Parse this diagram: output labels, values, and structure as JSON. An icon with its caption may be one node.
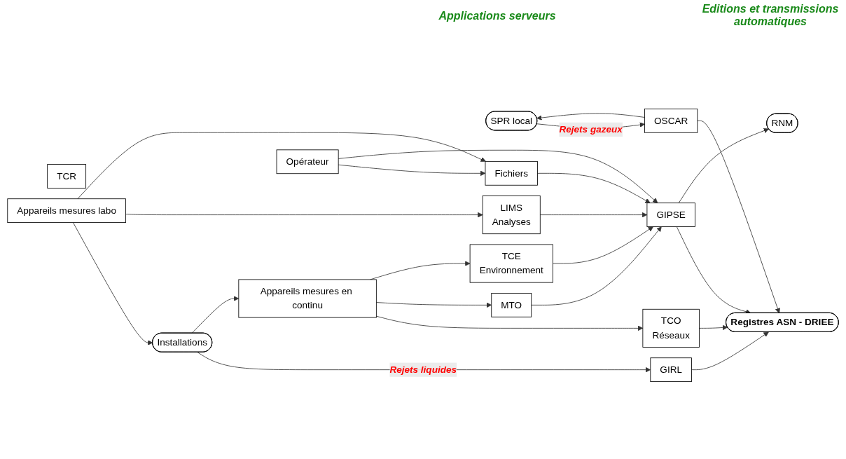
{
  "diagram": {
    "nodes": [
      {
        "text": [
          "SPR local"
        ]
      },
      {
        "text": [
          "TCR"
        ]
      },
      {
        "text": [
          "Installations"
        ]
      },
      {
        "text": [
          "OSCAR"
        ]
      },
      {
        "text": [
          "GIRL"
        ]
      },
      {
        "text": [
          "TCO",
          "Réseaux"
        ]
      },
      {
        "text": [
          "Appareils mesures en continu"
        ]
      },
      {
        "text": [
          "MTO"
        ]
      },
      {
        "text": [
          "TCE",
          "Environnement"
        ]
      },
      {
        "text": [
          "Appareils mesures labo"
        ]
      },
      {
        "text": [
          "LIMS",
          "Analyses"
        ]
      },
      {
        "text": [
          "Fichiers"
        ]
      },
      {
        "text": [
          "GIPSE"
        ]
      },
      {
        "text": [
          "Registres ASN - DRIEE"
        ]
      },
      {
        "text": [
          "RNM"
        ]
      },
      {
        "text": [
          "Opérateur"
        ]
      }
    ],
    "edges": [
      {
        "from": 3,
        "to": 0,
        "arrow": "to"
      },
      {
        "from": 0,
        "to": 3,
        "label": "Rejets gazeux",
        "arrow": "to"
      },
      {
        "from": 2,
        "to": 4,
        "label": "Rejets liquides",
        "arrow": "to"
      },
      {
        "from": 2,
        "to": 6,
        "arrow": "to"
      },
      {
        "from": 6,
        "to": 5,
        "arrow": "to"
      },
      {
        "from": 6,
        "to": 7,
        "arrow": "to"
      },
      {
        "from": 6,
        "to": 8,
        "arrow": "to"
      },
      {
        "from": 9,
        "to": 2,
        "arrow": "to"
      },
      {
        "from": 9,
        "to": 10,
        "arrow": "to"
      },
      {
        "from": 9,
        "to": 11,
        "arrow": "to"
      },
      {
        "from": 15,
        "to": 11,
        "arrow": "to"
      },
      {
        "from": 15,
        "to": 12,
        "arrow": "to"
      },
      {
        "from": 3,
        "to": 13,
        "arrow": "to"
      },
      {
        "from": 4,
        "to": 13,
        "arrow": "to"
      },
      {
        "from": 5,
        "to": 13,
        "arrow": "to"
      },
      {
        "from": 7,
        "to": 12,
        "arrow": "to"
      },
      {
        "from": 8,
        "to": 12,
        "arrow": "to"
      },
      {
        "from": 10,
        "to": 12,
        "arrow": "to"
      },
      {
        "from": 11,
        "to": 12,
        "arrow": "to"
      },
      {
        "from": 12,
        "to": 13,
        "arrow": "to"
      },
      {
        "from": 12,
        "to": 14,
        "arrow": "to"
      }
    ],
    "labels": [
      "Applications serveurs",
      "Editions et transmissions automatiques"
    ]
  }
}
